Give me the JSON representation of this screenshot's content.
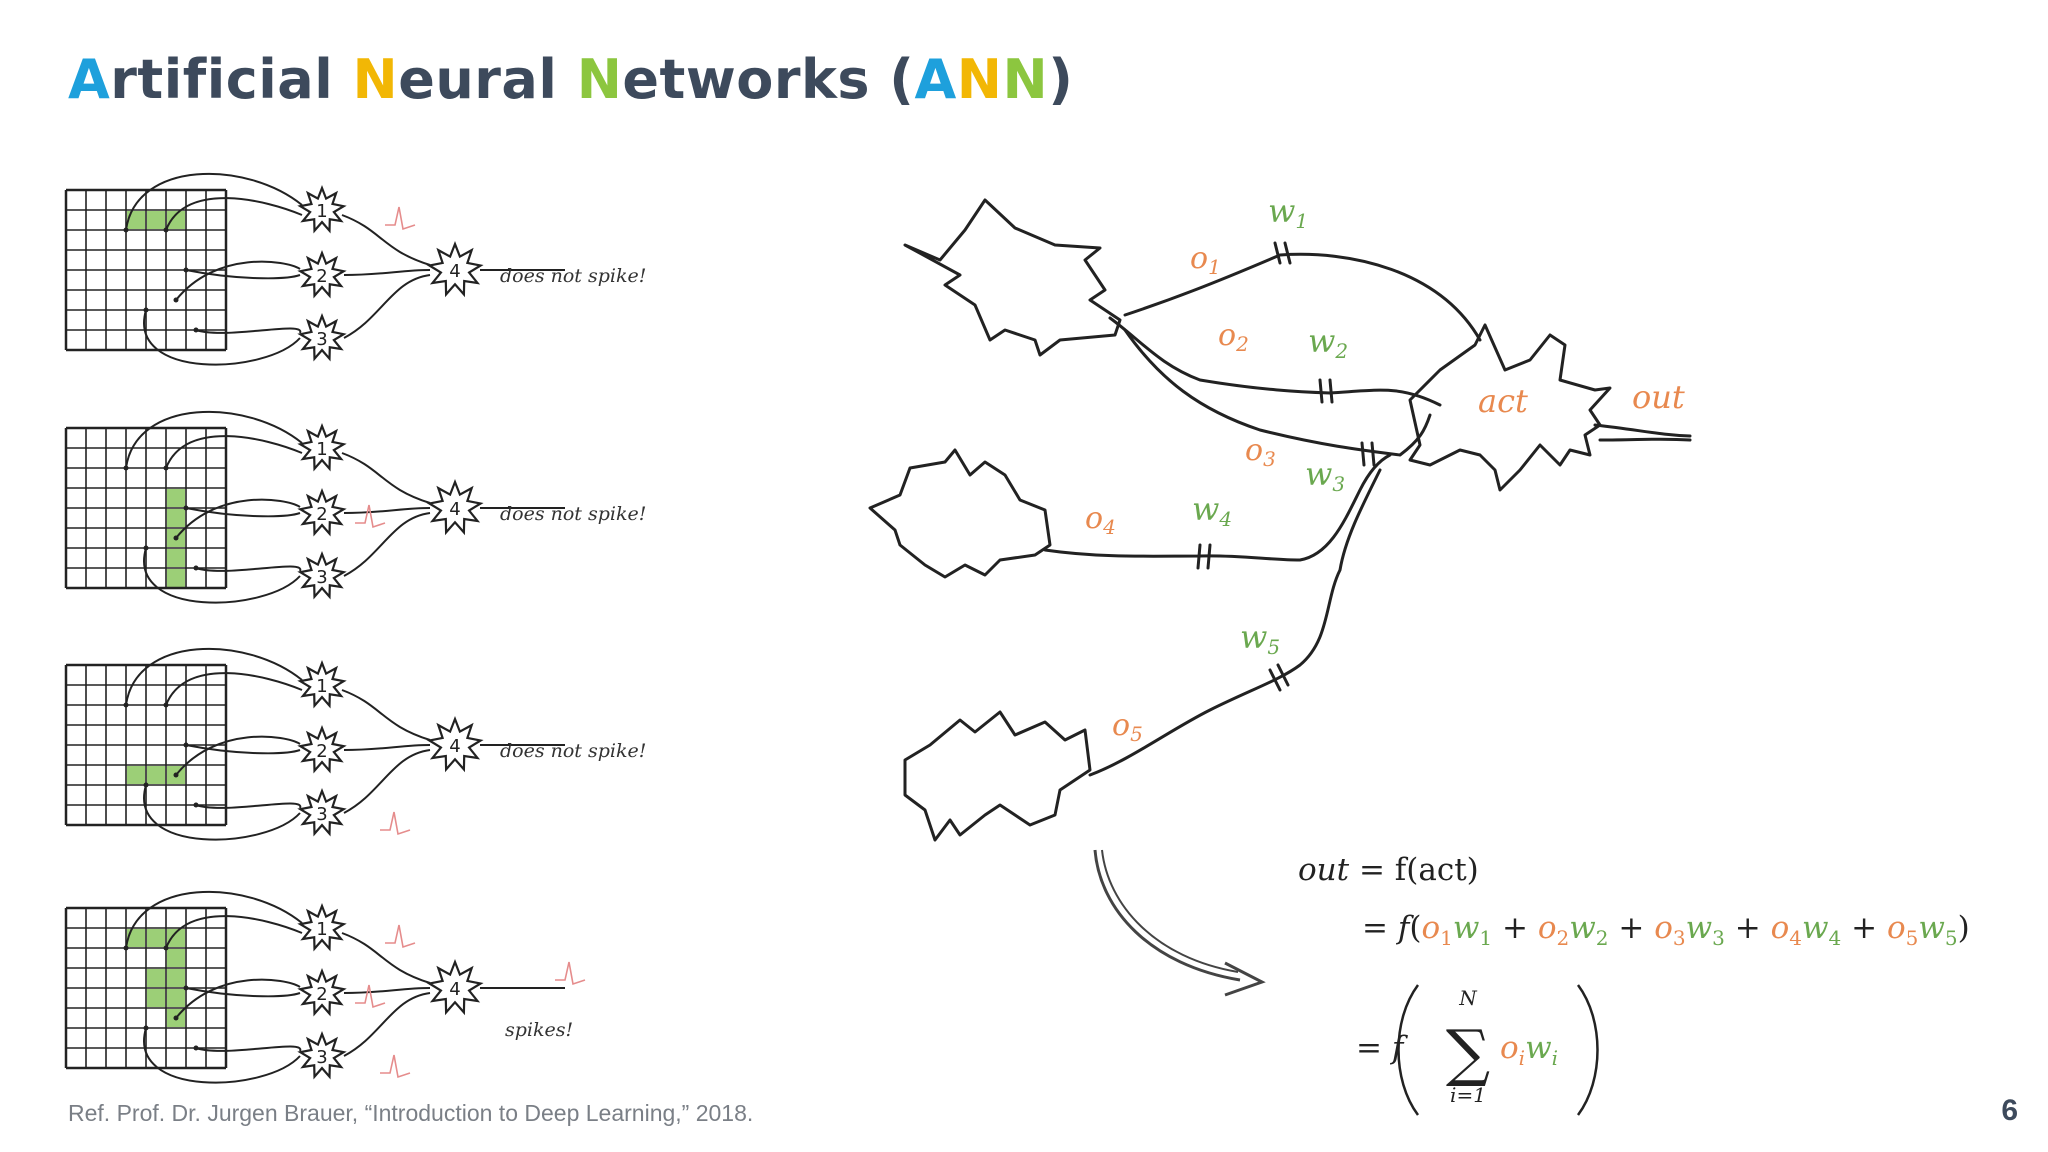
{
  "title": {
    "parts": [
      {
        "text": "A",
        "color": "blue"
      },
      {
        "text": "rtificial ",
        "color": "dark"
      },
      {
        "text": "N",
        "color": "yellow"
      },
      {
        "text": "eural ",
        "color": "dark"
      },
      {
        "text": "N",
        "color": "green"
      },
      {
        "text": "etworks (",
        "color": "dark"
      },
      {
        "text": "A",
        "color": "blue"
      },
      {
        "text": "N",
        "color": "yellow"
      },
      {
        "text": "N",
        "color": "green"
      },
      {
        "text": ")",
        "color": "dark"
      }
    ]
  },
  "colors": {
    "dark": "#3d4a5c",
    "blue": "#1ea0dc",
    "yellow": "#f2b705",
    "green": "#8cc63f",
    "output_label": "#e8894f",
    "weight_label": "#6aa84f"
  },
  "left_panels": [
    {
      "label": "does not spike!",
      "neuron_labels": [
        "1",
        "2",
        "3",
        "4"
      ]
    },
    {
      "label": "does not spike!",
      "neuron_labels": [
        "1",
        "2",
        "3",
        "4"
      ]
    },
    {
      "label": "does not spike!",
      "neuron_labels": [
        "1",
        "2",
        "3",
        "4"
      ]
    },
    {
      "label": "spikes!",
      "neuron_labels": [
        "1",
        "2",
        "3",
        "4"
      ]
    }
  ],
  "diagram": {
    "outputs": [
      "o1",
      "o2",
      "o3",
      "o4",
      "o5"
    ],
    "weights": [
      "w1",
      "w2",
      "w3",
      "w4",
      "w5"
    ],
    "act_label": "act",
    "out_label": "out"
  },
  "formula": {
    "line1": {
      "lhs": "out",
      "rhs": "= f(act)"
    },
    "line2": "= f(o1w1 + o2w2 + o3w3 + o4w4 + o5w5)",
    "line3": {
      "prefix": "= f",
      "sum_upper": "N",
      "sum_lower": "i=1",
      "term": "oiwi"
    }
  },
  "footer": "Ref. Prof. Dr. Jurgen Brauer, “Introduction to Deep Learning,” 2018.",
  "page_number": "6"
}
